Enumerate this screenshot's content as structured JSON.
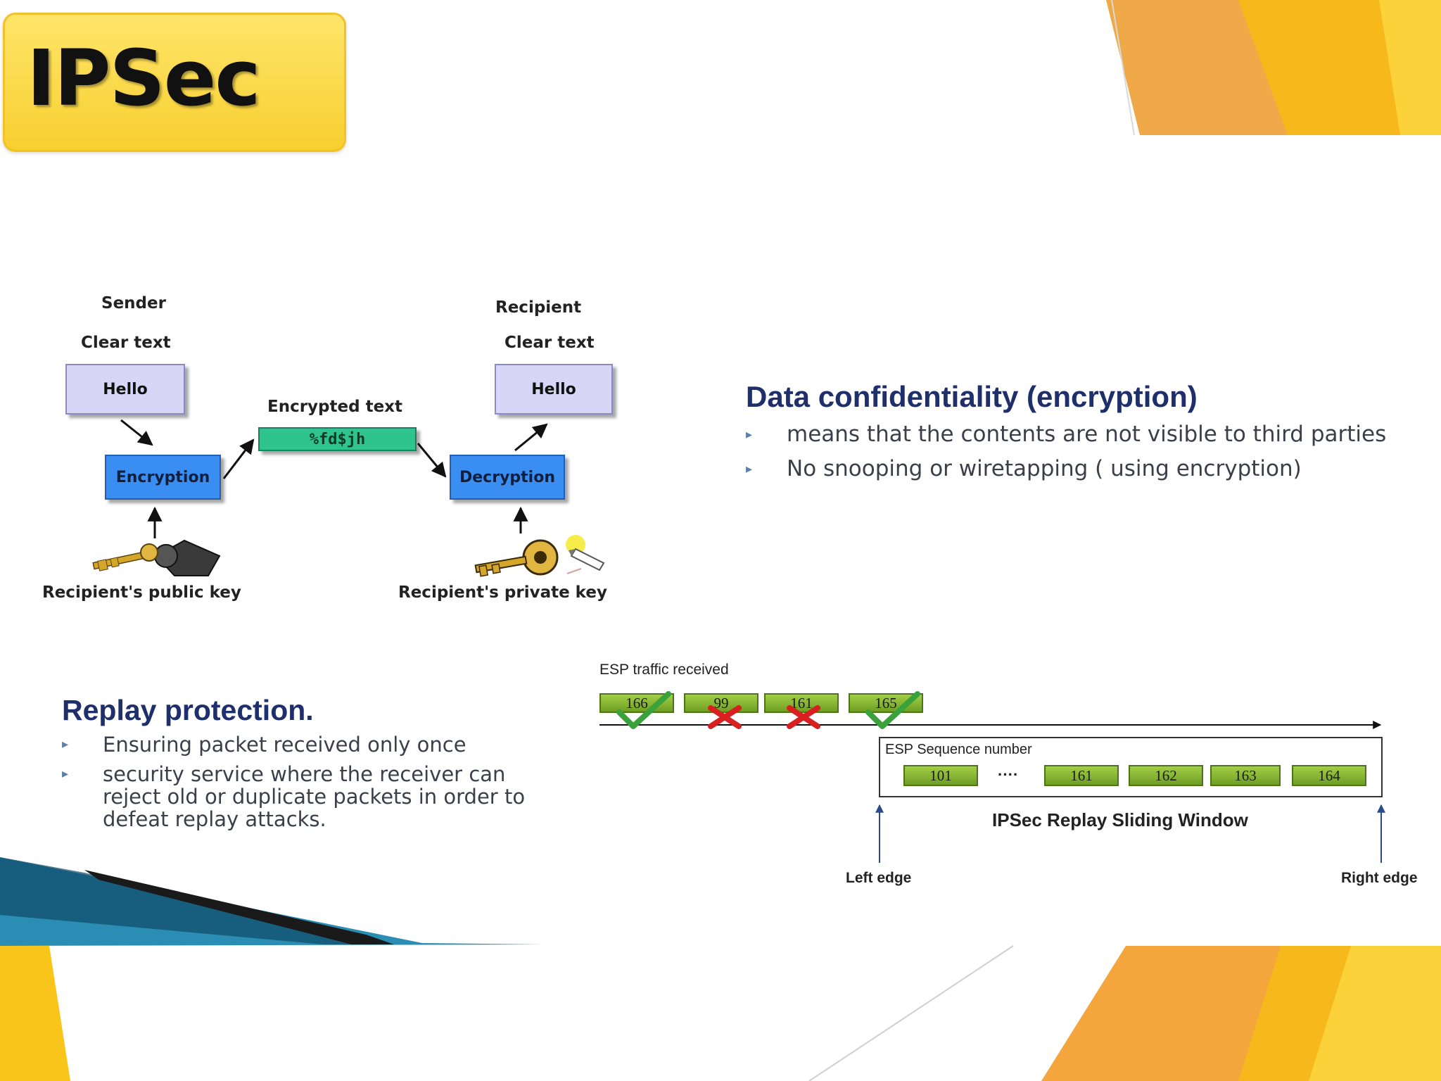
{
  "slide": {
    "title": "IPSec"
  },
  "encryption_diagram": {
    "sender_label": "Sender",
    "recipient_label": "Recipient",
    "sender_clear_text_label": "Clear text",
    "recipient_clear_text_label": "Clear text",
    "sender_message": "Hello",
    "recipient_message": "Hello",
    "encrypted_text_label": "Encrypted text",
    "encrypted_value": "%fd$jh",
    "encryption_label": "Encryption",
    "decryption_label": "Decryption",
    "public_key_label": "Recipient's public key",
    "private_key_label": "Recipient's private key"
  },
  "confidentiality": {
    "heading": "Data confidentiality (encryption)",
    "bullets": [
      "means that the contents are not visible to third parties",
      "No snooping or wiretapping ( using encryption)"
    ]
  },
  "replay": {
    "heading": "Replay protection.",
    "bullets": [
      "Ensuring packet received only once",
      "security service where the receiver can reject old or duplicate packets in order to defeat replay attacks."
    ]
  },
  "sliding_window": {
    "traffic_label": "ESP traffic received",
    "received_packets": [
      {
        "value": "166",
        "status": "accepted"
      },
      {
        "value": "99",
        "status": "rejected"
      },
      {
        "value": "161",
        "status": "rejected"
      },
      {
        "value": "165",
        "status": "accepted"
      }
    ],
    "sequence_label": "ESP Sequence number",
    "sequence": [
      "101",
      "161",
      "162",
      "163",
      "164"
    ],
    "ellipsis": "····",
    "window_title": "IPSec Replay Sliding Window",
    "left_edge_label": "Left edge",
    "right_edge_label": "Right edge"
  },
  "colors": {
    "accent_yellow": "#f9c51a",
    "accent_orange": "#f0a13a",
    "heading_blue": "#1f2f6b",
    "accept_green": "#3aa23a",
    "reject_red": "#d82020"
  }
}
